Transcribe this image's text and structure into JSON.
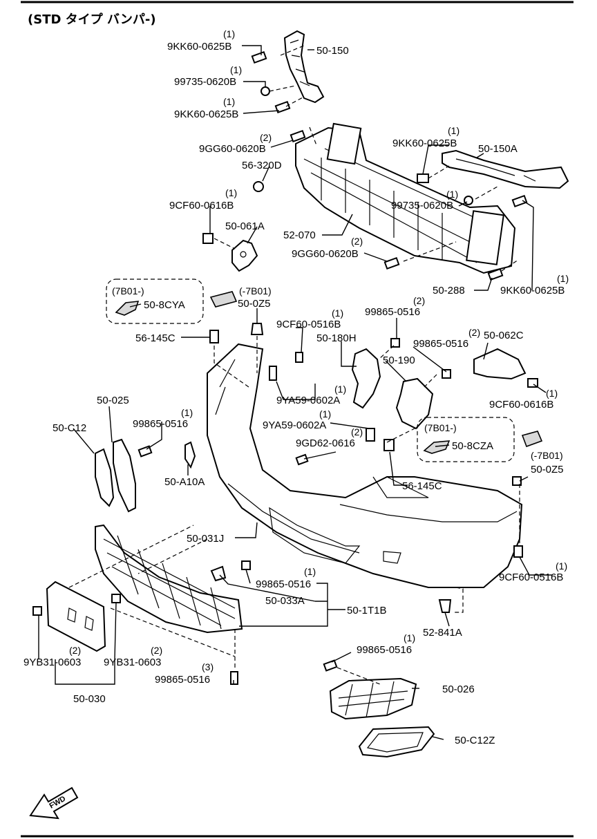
{
  "title": "(STD タイプ バンパ-)",
  "fwd_label": "FWD",
  "callouts": [
    {
      "id": "c1",
      "code": "9KK60-0625B",
      "qty": "(1)"
    },
    {
      "id": "c2",
      "code": "50-150",
      "qty": ""
    },
    {
      "id": "c3",
      "code": "99735-0620B",
      "qty": "(1)"
    },
    {
      "id": "c4",
      "code": "9KK60-0625B",
      "qty": "(1)"
    },
    {
      "id": "c5",
      "code": "9GG60-0620B",
      "qty": "(2)"
    },
    {
      "id": "c6",
      "code": "9KK60-0625B",
      "qty": "(1)"
    },
    {
      "id": "c7",
      "code": "50-150A",
      "qty": ""
    },
    {
      "id": "c8",
      "code": "56-320D",
      "qty": ""
    },
    {
      "id": "c9",
      "code": "9CF60-0616B",
      "qty": "(1)"
    },
    {
      "id": "c10",
      "code": "99735-0620B",
      "qty": "(1)"
    },
    {
      "id": "c11",
      "code": "50-061A",
      "qty": ""
    },
    {
      "id": "c12",
      "code": "52-070",
      "qty": ""
    },
    {
      "id": "c13",
      "code": "9GG60-0620B",
      "qty": "(2)"
    },
    {
      "id": "c14",
      "code": "50-288",
      "qty": ""
    },
    {
      "id": "c15",
      "code": "9KK60-0625B",
      "qty": "(1)"
    },
    {
      "id": "c16",
      "code": "50-8CYA",
      "qty": "(7B01-)"
    },
    {
      "id": "c17",
      "code": "50-0Z5",
      "qty": "(-7B01)"
    },
    {
      "id": "c18",
      "code": "99865-0516",
      "qty": "(2)"
    },
    {
      "id": "c19",
      "code": "9CF60-0516B",
      "qty": "(1)"
    },
    {
      "id": "c20",
      "code": "56-145C",
      "qty": ""
    },
    {
      "id": "c21",
      "code": "50-180H",
      "qty": ""
    },
    {
      "id": "c22",
      "code": "99865-0516",
      "qty": "(2)"
    },
    {
      "id": "c23",
      "code": "50-062C",
      "qty": ""
    },
    {
      "id": "c24",
      "code": "50-190",
      "qty": ""
    },
    {
      "id": "c25",
      "code": "9YA59-0602A",
      "qty": "(1)"
    },
    {
      "id": "c26",
      "code": "9CF60-0616B",
      "qty": "(1)"
    },
    {
      "id": "c27",
      "code": "50-025",
      "qty": ""
    },
    {
      "id": "c28",
      "code": "9YA59-0602A",
      "qty": "(1)"
    },
    {
      "id": "c29",
      "code": "50-C12",
      "qty": ""
    },
    {
      "id": "c30",
      "code": "99865-0516",
      "qty": "(1)"
    },
    {
      "id": "c31",
      "code": "9GD62-0616",
      "qty": "(2)"
    },
    {
      "id": "c32",
      "code": "50-8CZA",
      "qty": "(7B01-)"
    },
    {
      "id": "c33",
      "code": "50-A10A",
      "qty": ""
    },
    {
      "id": "c34",
      "code": "56-145C",
      "qty": ""
    },
    {
      "id": "c35",
      "code": "50-0Z5",
      "qty": "(-7B01)"
    },
    {
      "id": "c36",
      "code": "50-031J",
      "qty": ""
    },
    {
      "id": "c37",
      "code": "9CF60-0516B",
      "qty": "(1)"
    },
    {
      "id": "c38",
      "code": "99865-0516",
      "qty": "(1)"
    },
    {
      "id": "c39",
      "code": "50-033A",
      "qty": ""
    },
    {
      "id": "c40",
      "code": "50-1T1B",
      "qty": ""
    },
    {
      "id": "c41",
      "code": "52-841A",
      "qty": ""
    },
    {
      "id": "c42",
      "code": "99865-0516",
      "qty": "(1)"
    },
    {
      "id": "c43",
      "code": "9YB31-0603",
      "qty": "(2)"
    },
    {
      "id": "c44",
      "code": "9YB31-0603",
      "qty": "(2)"
    },
    {
      "id": "c45",
      "code": "50-026",
      "qty": ""
    },
    {
      "id": "c46",
      "code": "99865-0516",
      "qty": "(3)"
    },
    {
      "id": "c47",
      "code": "50-030",
      "qty": ""
    },
    {
      "id": "c48",
      "code": "50-C12Z",
      "qty": ""
    }
  ]
}
